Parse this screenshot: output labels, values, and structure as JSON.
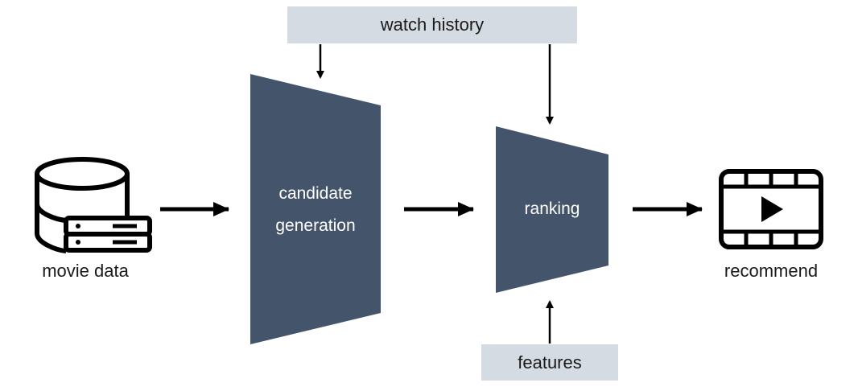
{
  "inputs": {
    "watch_history": "watch history",
    "features": "features"
  },
  "stages": {
    "candidate_generation_line1": "candidate",
    "candidate_generation_line2": "generation",
    "ranking": "ranking"
  },
  "endpoints": {
    "source": "movie data",
    "output": "recommend"
  },
  "icons": {
    "source": "database-server-icon",
    "output": "film-play-icon"
  },
  "colors": {
    "stage_fill": "#44546a",
    "input_box_fill": "#d5dbe3",
    "arrow": "#000000"
  }
}
